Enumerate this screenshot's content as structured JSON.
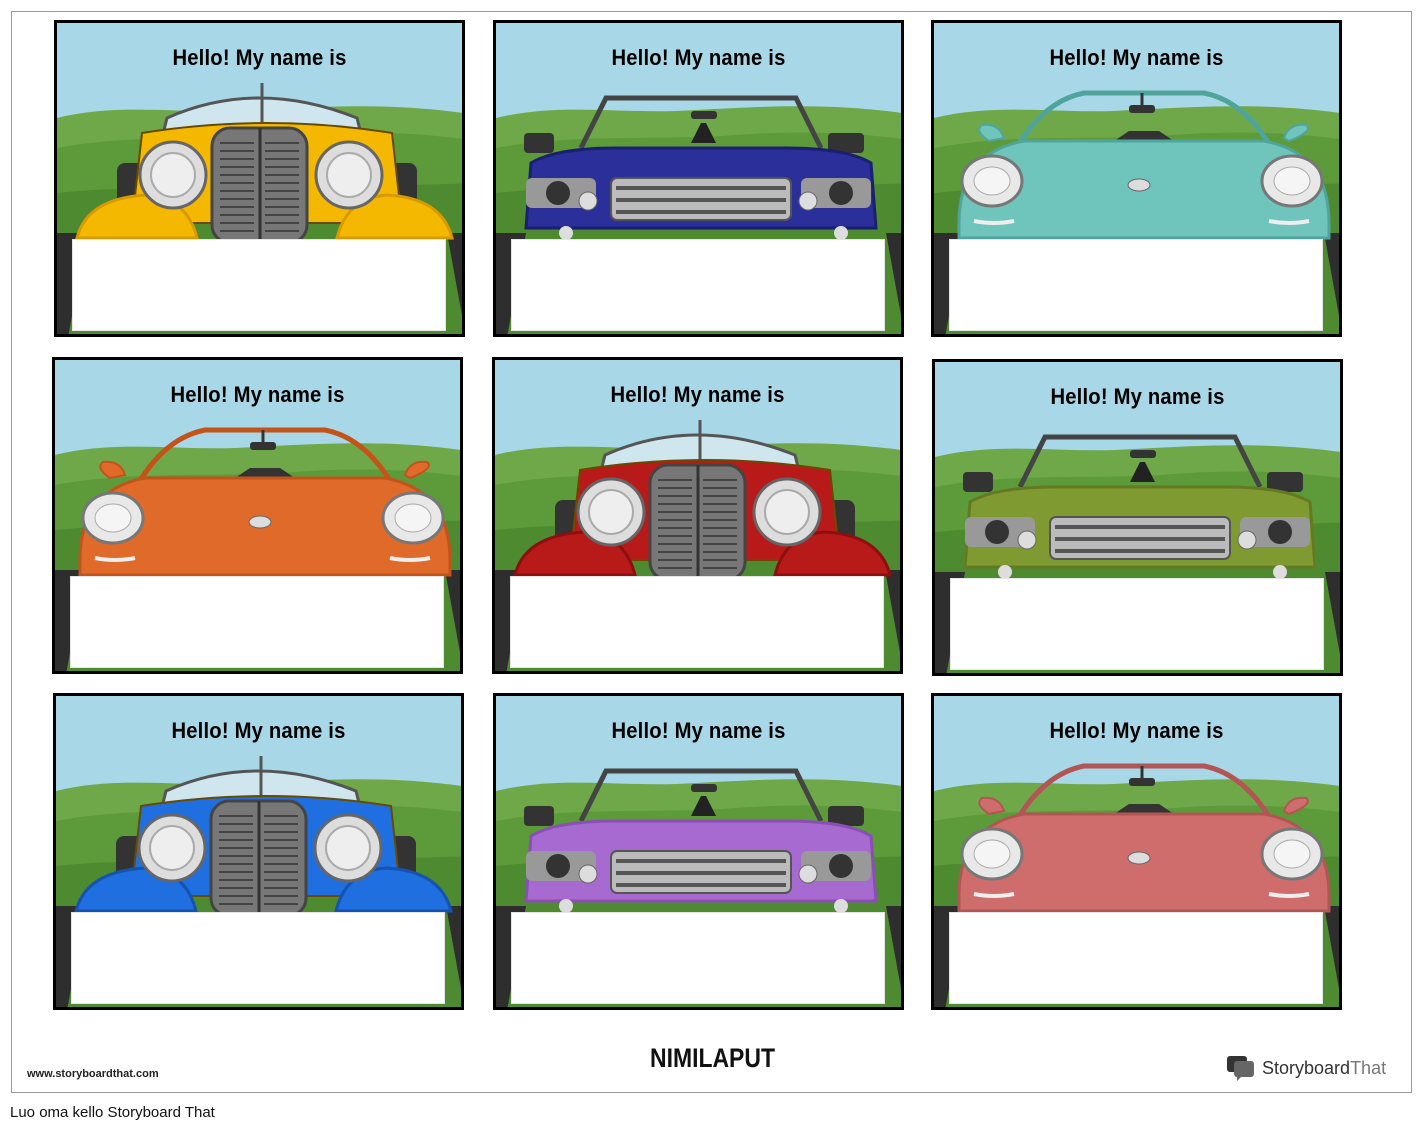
{
  "cards": [
    {
      "headline": "Hello! My name is",
      "car": "classic",
      "color": "#f5b800",
      "shade": "#d99a00"
    },
    {
      "headline": "Hello! My name is",
      "car": "suv",
      "color": "#2a2f9a",
      "shade": "#1b1f70"
    },
    {
      "headline": "Hello! My name is",
      "car": "sport",
      "color": "#6fc4bb",
      "shade": "#4fa59c"
    },
    {
      "headline": "Hello! My name is",
      "car": "sport",
      "color": "#e06a2a",
      "shade": "#c4531a"
    },
    {
      "headline": "Hello! My name is",
      "car": "classic",
      "color": "#b81a1a",
      "shade": "#8e0f0f"
    },
    {
      "headline": "Hello! My name is",
      "car": "suv",
      "color": "#7f9a30",
      "shade": "#647a22"
    },
    {
      "headline": "Hello! My name is",
      "car": "classic",
      "color": "#1f6fe0",
      "shade": "#1453b0"
    },
    {
      "headline": "Hello! My name is",
      "car": "suv",
      "color": "#a66ad0",
      "shade": "#8a4fb5"
    },
    {
      "headline": "Hello! My name is",
      "car": "sport",
      "color": "#cf6c6c",
      "shade": "#b25555"
    }
  ],
  "document_title": "NIMILAPUT",
  "site_url": "www.storyboardthat.com",
  "brand": {
    "name_part1": "Storyboard",
    "name_part2": "That"
  },
  "footer_link": "Luo oma kello Storyboard That",
  "colors": {
    "sky": "#a8d8e8",
    "hills": "#5c9a3a",
    "road": "#2e2e2e"
  }
}
